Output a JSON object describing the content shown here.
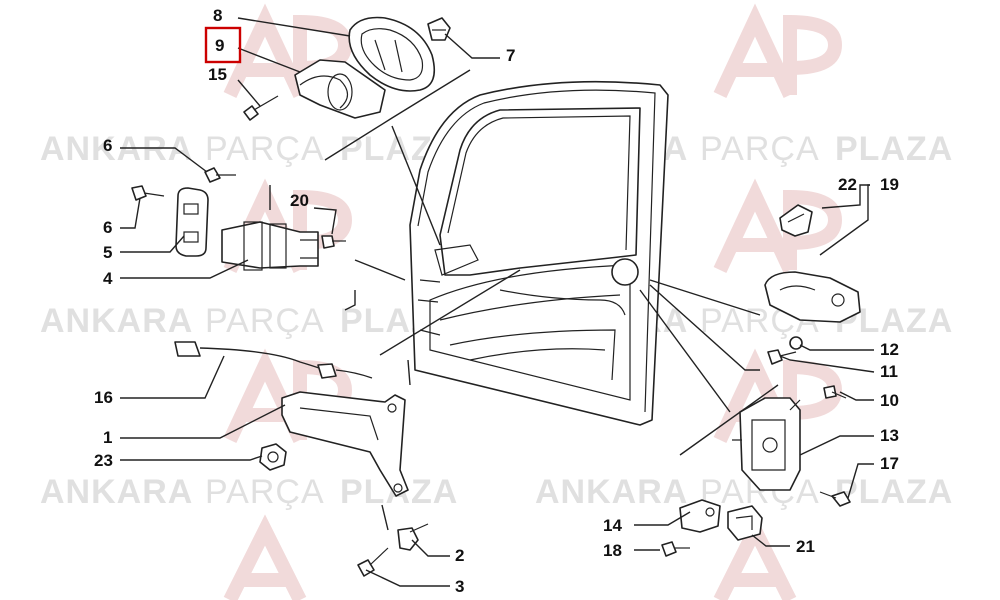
{
  "watermark": {
    "text_a": "ANKARA",
    "text_b": "PARÇA",
    "text_c": "PLAZA",
    "logo_text": "AP",
    "color": "#cccccc"
  },
  "highlight_color": "#cc0000",
  "callouts": {
    "c1": "1",
    "c2": "2",
    "c3": "3",
    "c4": "4",
    "c5": "5",
    "c6a": "6",
    "c6b": "6",
    "c7": "7",
    "c8": "8",
    "c9": "9",
    "c10": "10",
    "c11": "11",
    "c12": "12",
    "c13": "13",
    "c14": "14",
    "c15": "15",
    "c16": "16",
    "c17": "17",
    "c18": "18",
    "c19": "19",
    "c20": "20",
    "c21": "21",
    "c22": "22",
    "c23": "23"
  },
  "highlighted_callout": "9"
}
